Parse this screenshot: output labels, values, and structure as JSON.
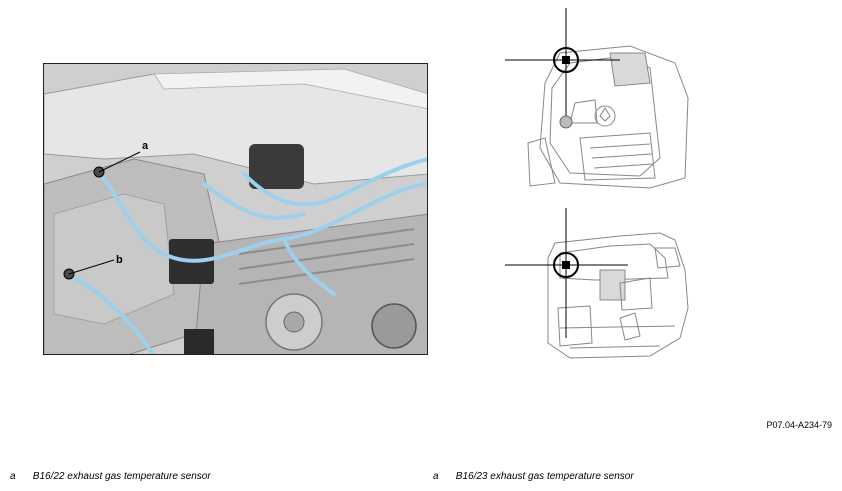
{
  "callouts": {
    "a": "a",
    "b": "b"
  },
  "figure_ref": "P07.04-A234-79",
  "legend": [
    {
      "key": "a",
      "text": "B16/22 exhaust gas temperature sensor"
    },
    {
      "key": "a",
      "text": "B16/23 exhaust gas temperature sensor"
    }
  ],
  "colors": {
    "wiring_highlight": "#9cd0ec",
    "line_art": "#222222",
    "engine_gray": "#c8c8c8"
  },
  "icons": [
    "crosshair-icon",
    "sensor-position-marker-icon"
  ]
}
